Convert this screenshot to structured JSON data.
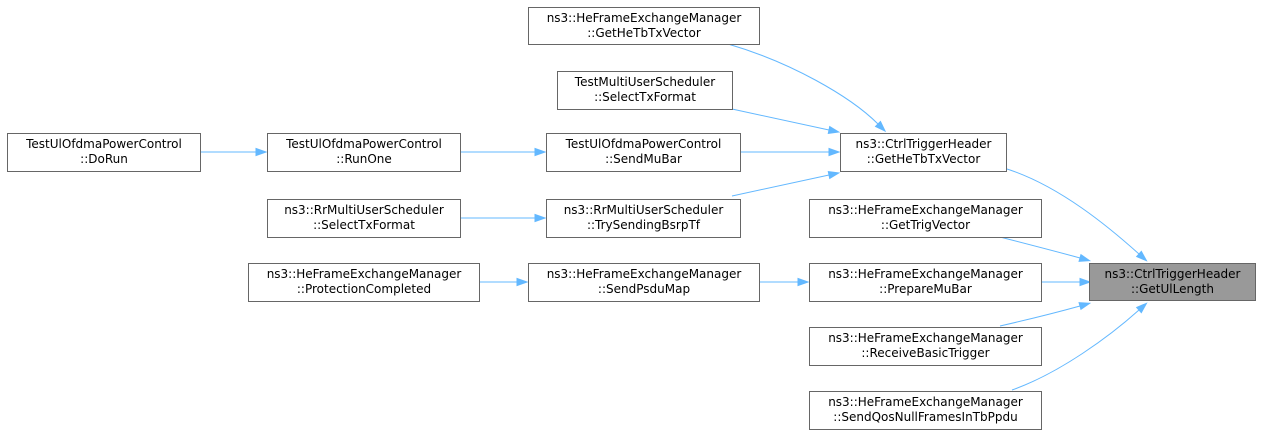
{
  "nodes": [
    {
      "id": "get_ul_length",
      "line1": "ns3::CtrlTriggerHeader",
      "line2": "::GetUlLength",
      "focus": true
    },
    {
      "id": "ctrl_get_he_tb_tx_vector",
      "line1": "ns3::CtrlTriggerHeader",
      "line2": "::GetHeTbTxVector"
    },
    {
      "id": "hefem_get_trig_vector",
      "line1": "ns3::HeFrameExchangeManager",
      "line2": "::GetTrigVector"
    },
    {
      "id": "hefem_prepare_mu_bar",
      "line1": "ns3::HeFrameExchangeManager",
      "line2": "::PrepareMuBar"
    },
    {
      "id": "hefem_receive_basic_trigger",
      "line1": "ns3::HeFrameExchangeManager",
      "line2": "::ReceiveBasicTrigger"
    },
    {
      "id": "hefem_send_qos_null",
      "line1": "ns3::HeFrameExchangeManager",
      "line2": "::SendQosNullFramesInTbPpdu"
    },
    {
      "id": "hefem_get_he_tb_tx_vector",
      "line1": "ns3::HeFrameExchangeManager",
      "line2": "::GetHeTbTxVector"
    },
    {
      "id": "tmus_select_tx_format",
      "line1": "TestMultiUserScheduler",
      "line2": "::SelectTxFormat"
    },
    {
      "id": "tupc_send_mu_bar",
      "line1": "TestUlOfdmaPowerControl",
      "line2": "::SendMuBar"
    },
    {
      "id": "rrmus_try_sending_bsrp_tf",
      "line1": "ns3::RrMultiUserScheduler",
      "line2": "::TrySendingBsrpTf"
    },
    {
      "id": "hefem_send_psdu_map",
      "line1": "ns3::HeFrameExchangeManager",
      "line2": "::SendPsduMap"
    },
    {
      "id": "tupc_run_one",
      "line1": "TestUlOfdmaPowerControl",
      "line2": "::RunOne"
    },
    {
      "id": "rrmus_select_tx_format",
      "line1": "ns3::RrMultiUserScheduler",
      "line2": "::SelectTxFormat"
    },
    {
      "id": "hefem_protection_completed",
      "line1": "ns3::HeFrameExchangeManager",
      "line2": "::ProtectionCompleted"
    },
    {
      "id": "tupc_do_run",
      "line1": "TestUlOfdmaPowerControl",
      "line2": "::DoRun"
    }
  ],
  "edges": [
    {
      "from": "ctrl_get_he_tb_tx_vector",
      "to": "get_ul_length"
    },
    {
      "from": "hefem_get_trig_vector",
      "to": "get_ul_length"
    },
    {
      "from": "hefem_prepare_mu_bar",
      "to": "get_ul_length"
    },
    {
      "from": "hefem_receive_basic_trigger",
      "to": "get_ul_length"
    },
    {
      "from": "hefem_send_qos_null",
      "to": "get_ul_length"
    },
    {
      "from": "hefem_get_he_tb_tx_vector",
      "to": "ctrl_get_he_tb_tx_vector"
    },
    {
      "from": "tmus_select_tx_format",
      "to": "ctrl_get_he_tb_tx_vector"
    },
    {
      "from": "tupc_send_mu_bar",
      "to": "ctrl_get_he_tb_tx_vector"
    },
    {
      "from": "rrmus_try_sending_bsrp_tf",
      "to": "ctrl_get_he_tb_tx_vector"
    },
    {
      "from": "hefem_send_psdu_map",
      "to": "hefem_prepare_mu_bar"
    },
    {
      "from": "tupc_run_one",
      "to": "tupc_send_mu_bar"
    },
    {
      "from": "rrmus_select_tx_format",
      "to": "rrmus_try_sending_bsrp_tf"
    },
    {
      "from": "hefem_protection_completed",
      "to": "hefem_send_psdu_map"
    },
    {
      "from": "tupc_do_run",
      "to": "tupc_run_one"
    }
  ],
  "colors": {
    "edge": "#63b8ff",
    "node_border": "#666666",
    "focus_fill": "#999999"
  }
}
